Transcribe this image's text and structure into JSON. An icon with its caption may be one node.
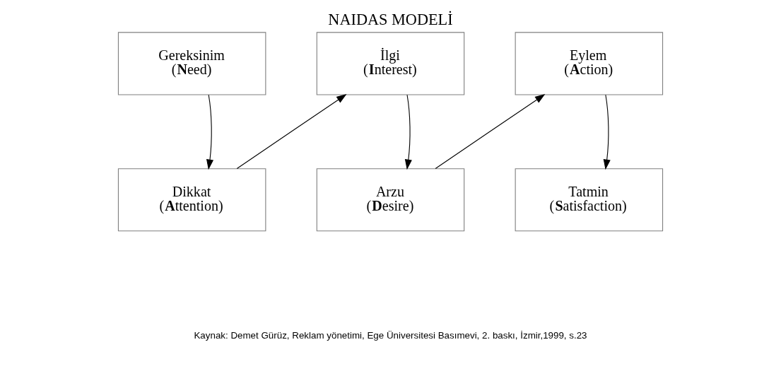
{
  "diagram": {
    "title": "NAIDAS MODELİ",
    "caption": "Kaynak: Demet Gürüz, Reklam yönetimi, Ege Üniversitesi Basımevi, 2. baskı, İzmir,1999, s.23",
    "nodes": [
      {
        "text": [
          "Gereksinim",
          "(**N**eed)"
        ]
      },
      {
        "text": [
          "Dikkat",
          "(**A**ttention)"
        ]
      },
      {
        "text": [
          "İlgi",
          "(**I**nterest)"
        ]
      },
      {
        "text": [
          "Arzu",
          "(**D**esire)"
        ]
      },
      {
        "text": [
          "Eylem",
          "(**A**ction)"
        ]
      },
      {
        "text": [
          "Tatmin",
          "(**S**atisfaction)"
        ]
      }
    ],
    "edges": [
      {
        "from": 0,
        "to": 1,
        "arrow": "to"
      },
      {
        "from": 1,
        "to": 2,
        "arrow": "to"
      },
      {
        "from": 2,
        "to": 3,
        "arrow": "to"
      },
      {
        "from": 3,
        "to": 4,
        "arrow": "to"
      },
      {
        "from": 4,
        "to": 5,
        "arrow": "to"
      }
    ]
  }
}
